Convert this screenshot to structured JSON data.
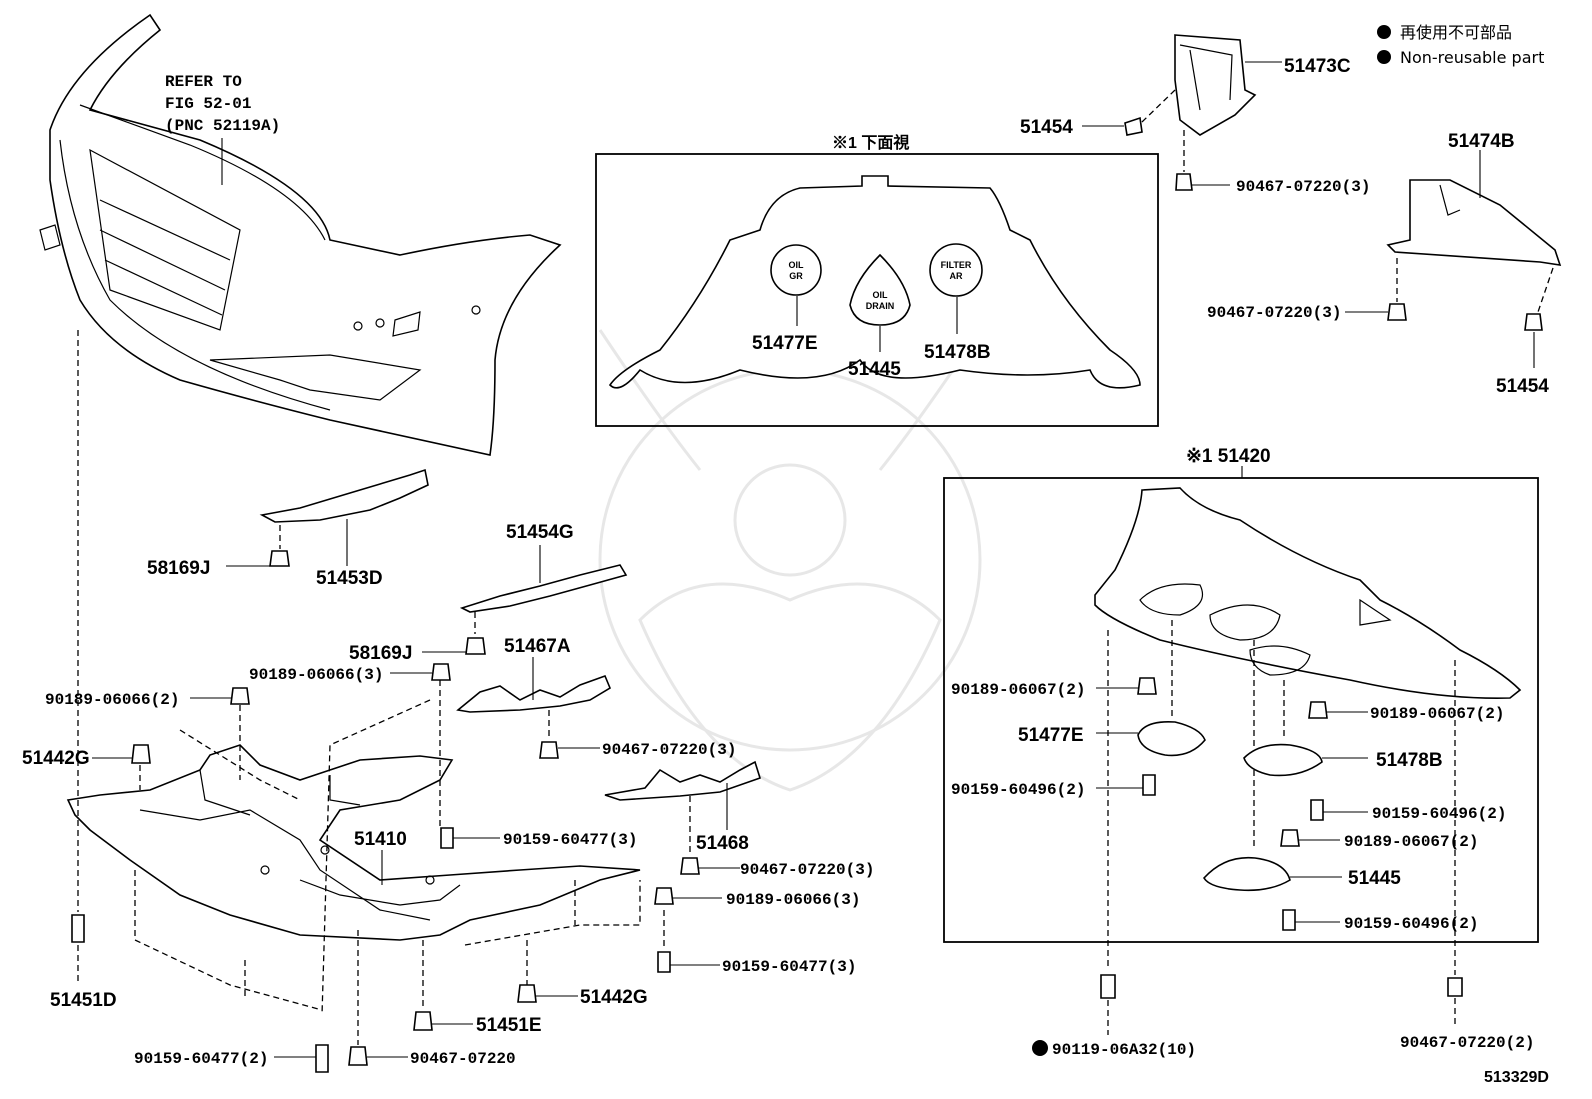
{
  "legend": {
    "line1": "再使用不可部品",
    "line2": "Non-reusable part"
  },
  "refer": {
    "line1": "REFER TO",
    "line2": "FIG 52-01",
    "line3": "(PNC 52119A)"
  },
  "inset_bottom_view": {
    "title": "※1 下面視",
    "badges": {
      "oil_gr": [
        "OIL",
        "GR"
      ],
      "oil_drain": [
        "OIL",
        "DRAIN"
      ],
      "filter_ar": [
        "FILTER",
        "AR"
      ]
    },
    "labels": [
      "51477E",
      "51445",
      "51478B"
    ]
  },
  "inset_51420": {
    "title": "※1 51420"
  },
  "labels": {
    "p51473C": "51473C",
    "p51454_top": "51454",
    "p51474B": "51474B",
    "p51454_right": "51454",
    "b90467_a": "90467-07220(3)",
    "b90467_b": "90467-07220(3)",
    "p58169J_a": "58169J",
    "p51453D": "51453D",
    "p51454G": "51454G",
    "p58169J_b": "58169J",
    "p51467A": "51467A",
    "b90189_a": "90189-06066(3)",
    "b90189_b": "90189-06066(2)",
    "p51442G_a": "51442G",
    "b90467_c": "90467-07220(3)",
    "p51410": "51410",
    "b90159_a": "90159-60477(3)",
    "p51468": "51468",
    "b90467_d": "90467-07220(3)",
    "b90189_c": "90189-06066(3)",
    "b90159_b": "90159-60477(3)",
    "p51451D": "51451D",
    "p51442G_b": "51442G",
    "p51451E": "51451E",
    "b90159_c": "90159-60477(2)",
    "b90467_e": "90467-07220",
    "b90189_d": "90189-06067(2)",
    "p51477E": "51477E",
    "b90159_d": "90159-60496(2)",
    "b90189_e": "90189-06067(2)",
    "p51478B": "51478B",
    "b90159_e": "90159-60496(2)",
    "b90189_f": "90189-06067(2)",
    "p51445": "51445",
    "b90159_f": "90159-60496(2)",
    "b90119": "90119-06A32(10)",
    "b90467_f": "90467-07220(2)",
    "diagram_id": "513329D"
  }
}
